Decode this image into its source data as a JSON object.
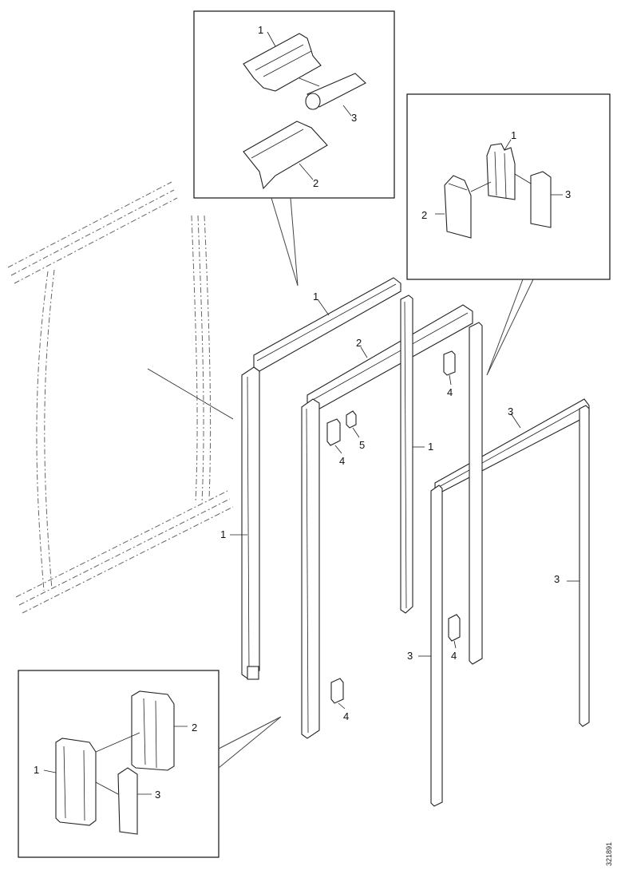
{
  "labels": {
    "top_inset_1": "1",
    "top_inset_2": "2",
    "top_inset_3": "3",
    "right_inset_1": "1",
    "right_inset_2": "2",
    "right_inset_3": "3",
    "bottom_inset_1": "1",
    "bottom_inset_2": "2",
    "bottom_inset_3": "3",
    "main_top_rail_1": "1",
    "main_top_rail_2": "2",
    "main_top_rail_3": "3",
    "main_left_post_1": "1",
    "main_inner_post_1": "1",
    "main_post_3_left": "3",
    "main_post_3_right": "3",
    "bracket_4_upper": "4",
    "bracket_4_middle": "4",
    "bracket_4_lower": "4",
    "bracket_4_bottom": "4",
    "clip_5": "5"
  },
  "figure_code": "321891"
}
